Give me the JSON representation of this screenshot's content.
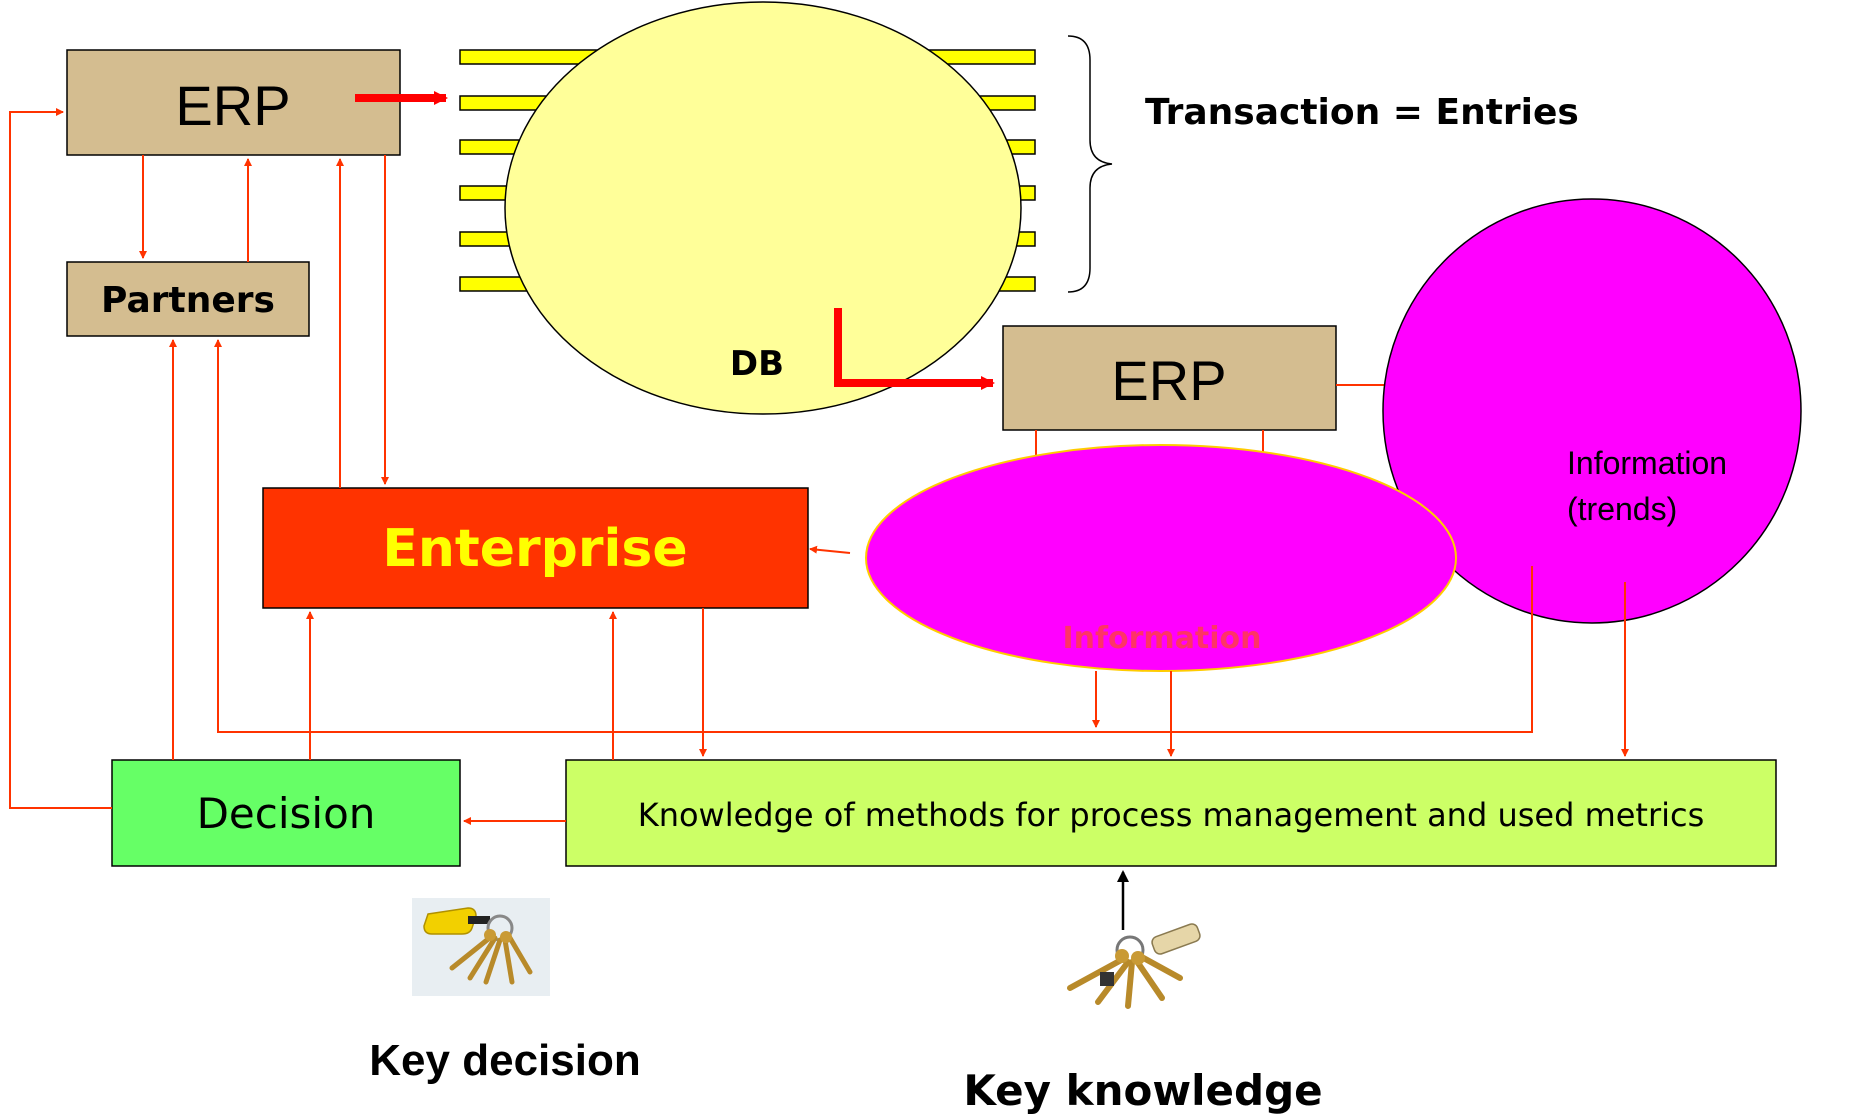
{
  "labels": {
    "erp_top": "ERP",
    "partners": "Partners",
    "transaction": "Transaction = Entries",
    "db": "DB",
    "erp_right": "ERP",
    "enterprise": "Enterprise",
    "information_center": "Information",
    "information_trends_line1": "Information",
    "information_trends_line2": "(trends)",
    "decision": "Decision",
    "knowledge": "Knowledge of methods for process management and used metrics",
    "key_decision": "Key decision",
    "key_knowledge": "Key knowledge"
  },
  "icons": {
    "key_decision": "keys-icon",
    "key_knowledge": "keys-icon"
  },
  "colors": {
    "erp_box": "#d4bd90",
    "db_ellipse": "#ffff99",
    "entry_bar": "#ffff00",
    "enterprise_box": "#ff3300",
    "enterprise_text": "#ffff00",
    "information_ellipse": "#ff00ff",
    "decision_box": "#66ff66",
    "knowledge_box": "#ccff66",
    "connector": "#ff3300",
    "thick_arrow": "#ff0000"
  }
}
